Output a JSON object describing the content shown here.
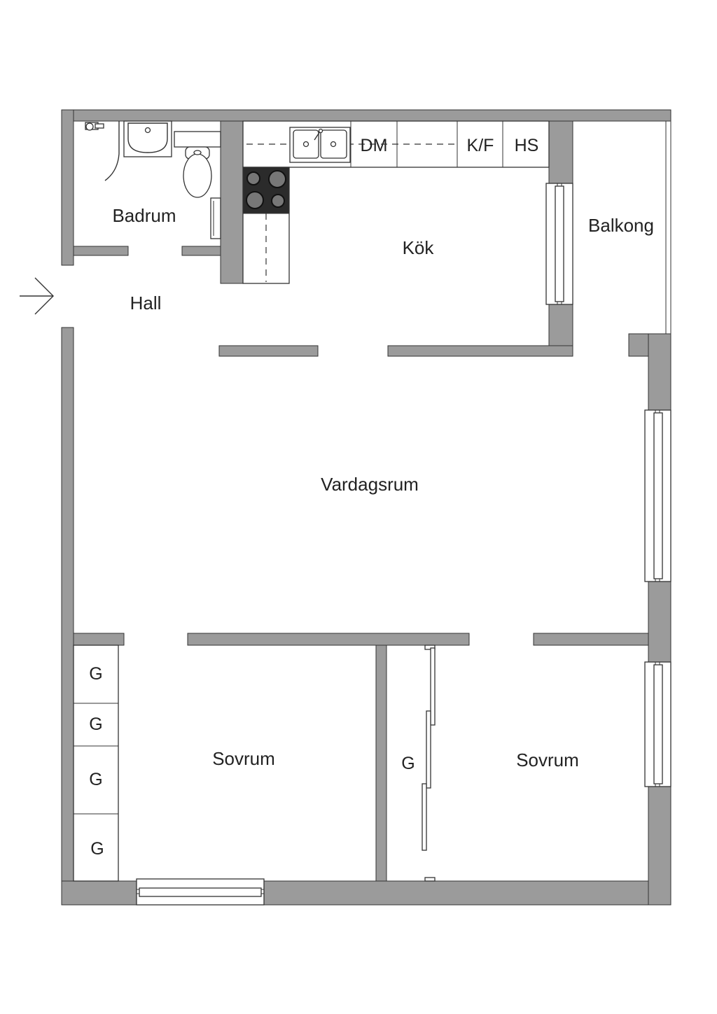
{
  "colors": {
    "wall": "#9b9b9b",
    "line": "#333333",
    "background": "#ffffff"
  },
  "rooms": {
    "badrum": "Badrum",
    "kok": "Kök",
    "balkong": "Balkong",
    "hall": "Hall",
    "vardagsrum": "Vardagsrum",
    "sovrum_left": "Sovrum",
    "sovrum_right": "Sovrum"
  },
  "appliances": {
    "dm": "DM",
    "kf": "K/F",
    "hs": "HS"
  },
  "closets": {
    "g1": "G",
    "g2": "G",
    "g3": "G",
    "g4": "G",
    "g5": "G"
  },
  "icons": {
    "entrance": "entrance-arrow-icon"
  }
}
